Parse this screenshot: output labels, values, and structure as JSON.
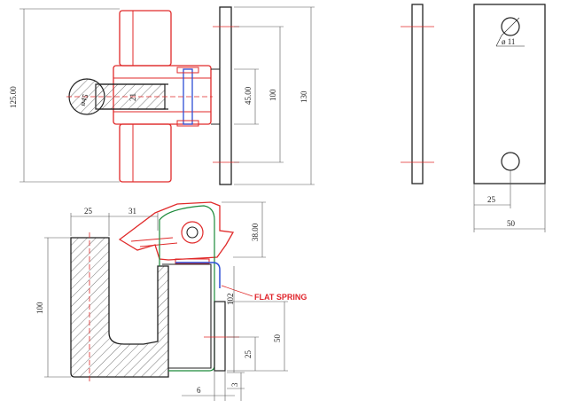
{
  "colors": {
    "outline": "#222222",
    "red": "#e02a2a",
    "blue": "#2e4fd6",
    "green": "#1c8a3a",
    "hatch": "#444444"
  },
  "dimensions": {
    "height_125": "125.00",
    "dia_45": "ø45",
    "dim_21": "21",
    "dim_45": "45.00",
    "dim_100_top": "100",
    "dim_130": "130",
    "dia_11": "ø 11",
    "dim_25_plate": "25",
    "dim_50_plate": "50",
    "dim_25_hook": "25",
    "dim_31_hook": "31",
    "dim_38": "38.00",
    "dim_102": "102",
    "dim_100_hook": "100",
    "dim_50_hook": "50",
    "dim_25_bottom": "25",
    "dim_6": "6",
    "dim_3": "3"
  },
  "labels": {
    "flat_spring": "FLAT SPRING"
  }
}
